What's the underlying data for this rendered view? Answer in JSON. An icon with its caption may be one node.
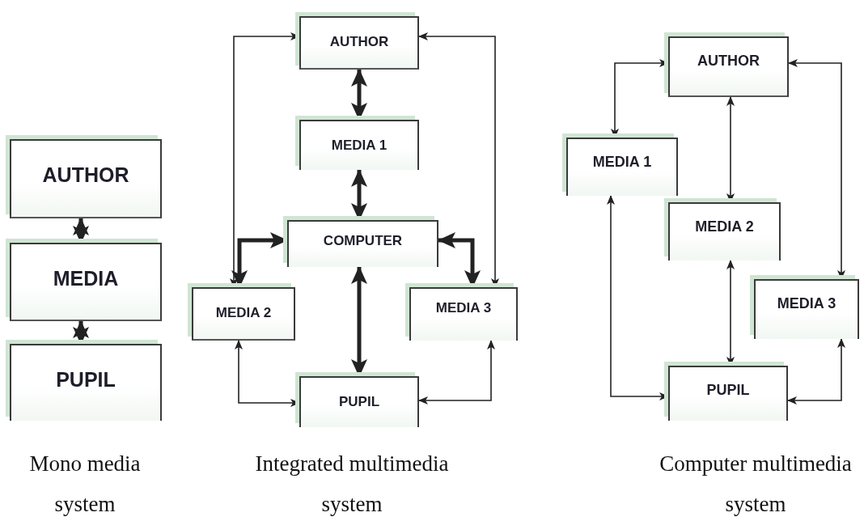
{
  "diagram": {
    "nodes": [
      {
        "text": [
          "AUTHOR"
        ]
      },
      {
        "text": [
          "MEDIA"
        ]
      },
      {
        "text": [
          "PUPIL"
        ]
      },
      {
        "text": [
          "AUTHOR"
        ]
      },
      {
        "text": [
          "MEDIA 1"
        ]
      },
      {
        "text": [
          "COMPUTER"
        ]
      },
      {
        "text": [
          "MEDIA 2"
        ]
      },
      {
        "text": [
          "MEDIA 3"
        ]
      },
      {
        "text": [
          "PUPIL"
        ]
      },
      {
        "text": [
          "AUTHOR"
        ]
      },
      {
        "text": [
          "MEDIA 1"
        ]
      },
      {
        "text": [
          "MEDIA 2"
        ]
      },
      {
        "text": [
          "MEDIA 3"
        ]
      },
      {
        "text": [
          "PUPIL"
        ]
      }
    ],
    "edges": [
      {
        "from": 0,
        "to": 1,
        "arrow": "both",
        "style": "thick"
      },
      {
        "from": 1,
        "to": 2,
        "arrow": "both",
        "style": "thick"
      },
      {
        "from": 3,
        "to": 4,
        "arrow": "both",
        "style": "thick"
      },
      {
        "from": 4,
        "to": 5,
        "arrow": "both",
        "style": "thick"
      },
      {
        "from": 5,
        "to": 6,
        "arrow": "both",
        "style": "thick"
      },
      {
        "from": 5,
        "to": 7,
        "arrow": "both",
        "style": "thick"
      },
      {
        "from": 3,
        "to": 6,
        "arrow": "both"
      },
      {
        "from": 3,
        "to": 7,
        "arrow": "both"
      },
      {
        "from": 5,
        "to": 8,
        "arrow": "both",
        "style": "thick"
      },
      {
        "from": 6,
        "to": 8,
        "arrow": "both"
      },
      {
        "from": 7,
        "to": 8,
        "arrow": "both"
      },
      {
        "from": 9,
        "to": 10,
        "arrow": "both"
      },
      {
        "from": 9,
        "to": 11,
        "arrow": "both"
      },
      {
        "from": 9,
        "to": 12,
        "arrow": "both"
      },
      {
        "from": 10,
        "to": 13,
        "arrow": "both"
      },
      {
        "from": 11,
        "to": 13,
        "arrow": "both"
      },
      {
        "from": 12,
        "to": 13,
        "arrow": "both"
      }
    ],
    "labels": [
      "Mono media system",
      "Integrated multimedia system",
      "Computer multimedia system"
    ]
  }
}
